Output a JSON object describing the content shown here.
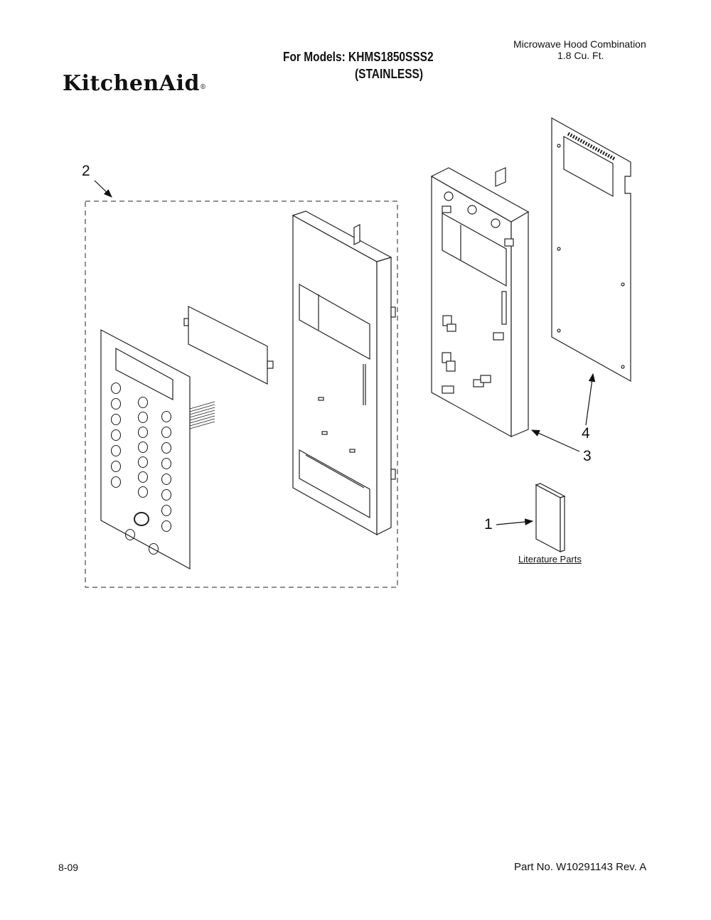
{
  "header": {
    "brand": "KitchenAid",
    "brand_mark": "®",
    "models_label": "For Models: KHMS1850SSS2",
    "variant": "(STAINLESS)",
    "description_line1": "Microwave Hood Combination",
    "description_line2": "1.8 Cu. Ft."
  },
  "callouts": {
    "c1": "1",
    "c2": "2",
    "c3": "3",
    "c4": "4"
  },
  "literature_label": "Literature Parts",
  "footer": {
    "date": "8-09",
    "part_number": "Part No. W10291143 Rev. A"
  }
}
